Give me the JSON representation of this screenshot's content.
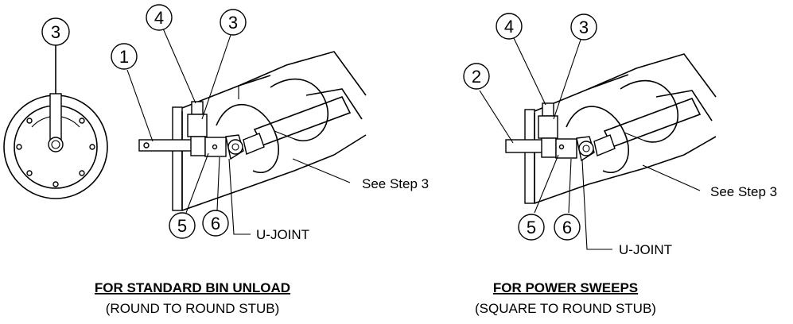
{
  "callouts": {
    "left_round_view": "3",
    "left_shaft": "1",
    "left_bolt": "4",
    "left_collar": "3",
    "left_pin": "5",
    "left_coupler": "6",
    "right_shaft": "2",
    "right_bolt": "4",
    "right_collar": "3",
    "right_pin": "5",
    "right_coupler": "6"
  },
  "labels": {
    "left_see_step": "See Step 3",
    "left_ujoint": "U-JOINT",
    "right_see_step": "See Step 3",
    "right_ujoint": "U-JOINT"
  },
  "captions": {
    "left_title": "FOR STANDARD BIN UNLOAD",
    "left_subtitle": "(ROUND TO ROUND STUB)",
    "right_title": "FOR POWER SWEEPS",
    "right_subtitle": "(SQUARE TO ROUND STUB)"
  }
}
